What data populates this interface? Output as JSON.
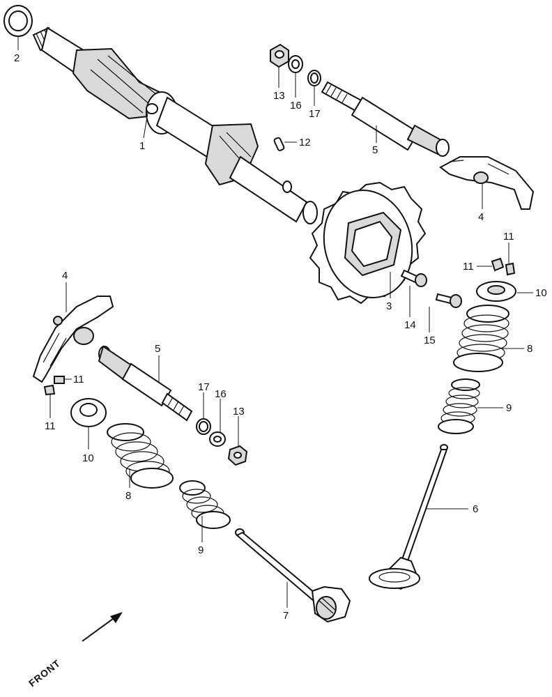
{
  "callouts": {
    "c1": "1",
    "c2": "2",
    "c3": "3",
    "c4a": "4",
    "c4b": "4",
    "c5a": "5",
    "c5b": "5",
    "c6": "6",
    "c7": "7",
    "c8a": "8",
    "c8b": "8",
    "c9a": "9",
    "c9b": "9",
    "c10a": "10",
    "c10b": "10",
    "c11a": "11",
    "c11b": "11",
    "c11c": "11",
    "c11d": "11",
    "c12": "12",
    "c13a": "13",
    "c13b": "13",
    "c14": "14",
    "c15": "15",
    "c16a": "16",
    "c16b": "16",
    "c17a": "17",
    "c17b": "17"
  },
  "front_label": "FRONT"
}
